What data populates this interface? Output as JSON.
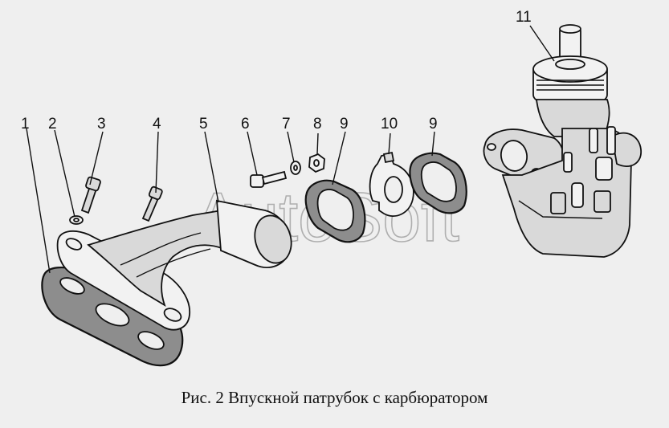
{
  "figure": {
    "caption": "Рис. 2  Впускной патрубок с карбюратором",
    "watermark": "AutoSoft",
    "labels": [
      {
        "id": "1",
        "text": "1"
      },
      {
        "id": "2",
        "text": "2"
      },
      {
        "id": "3",
        "text": "3"
      },
      {
        "id": "4",
        "text": "4"
      },
      {
        "id": "5",
        "text": "5"
      },
      {
        "id": "6",
        "text": "6"
      },
      {
        "id": "7",
        "text": "7"
      },
      {
        "id": "8",
        "text": "8"
      },
      {
        "id": "9a",
        "text": "9"
      },
      {
        "id": "10",
        "text": "10"
      },
      {
        "id": "9b",
        "text": "9"
      },
      {
        "id": "11",
        "text": "11"
      }
    ]
  }
}
